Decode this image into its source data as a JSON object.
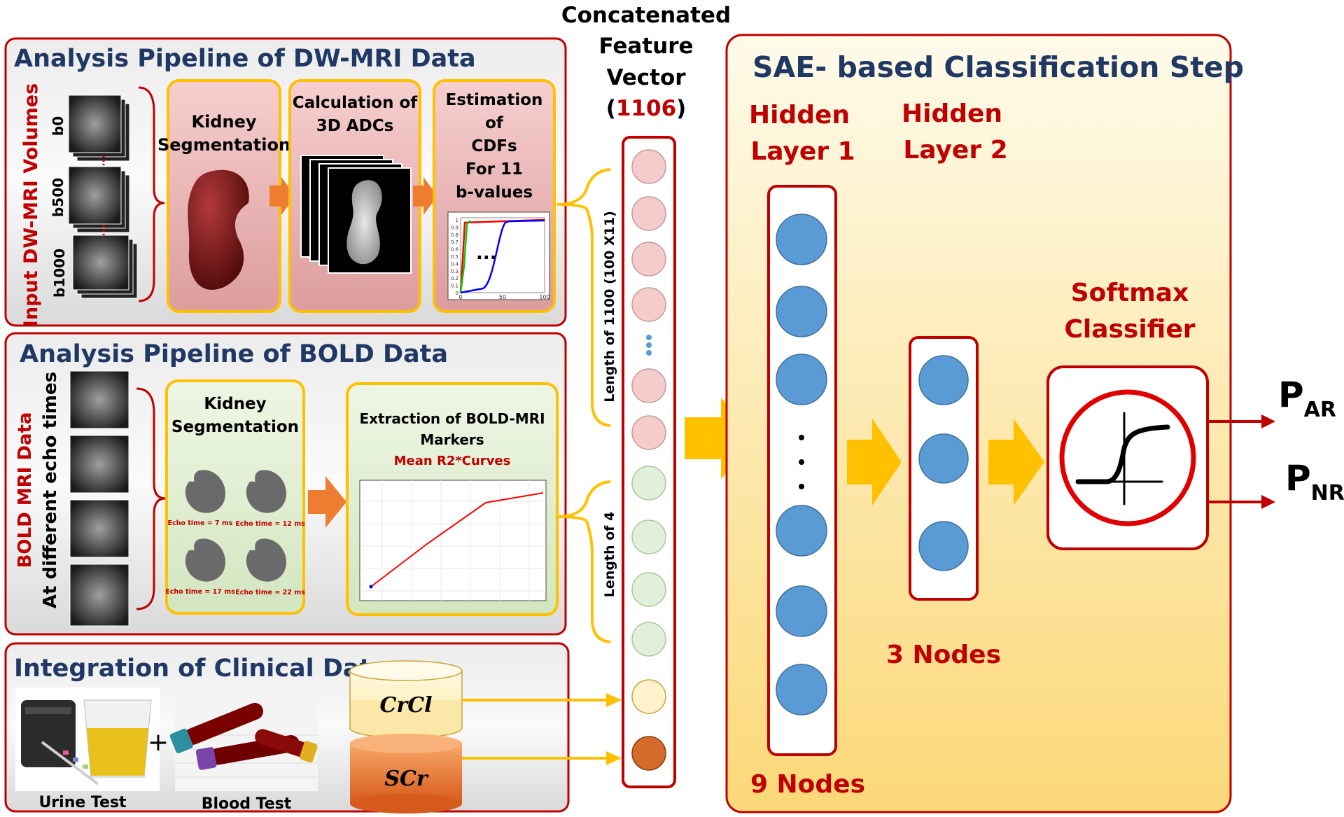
{
  "dwi_panel": {
    "title": "Analysis Pipeline of DW-MRI Data",
    "side_label": "Input DW-MRI Volumes",
    "volume_labels": [
      "b0",
      "b500",
      "b1000"
    ],
    "step1": [
      "Kidney",
      "Segmentation"
    ],
    "step2": [
      "Calculation of",
      "3D ADCs"
    ],
    "step3": [
      "Estimation",
      "of",
      "CDFs",
      "For 11",
      "b-values"
    ],
    "cdf_plot": {
      "yticks": [
        "1",
        "0.9",
        "0.8",
        "0.7",
        "0.6",
        "0.5",
        "0.4",
        "0.3",
        "0.2",
        "0.1",
        "0"
      ],
      "xticks": [
        "0",
        "50",
        "100"
      ],
      "ellipsis": "...",
      "colors": [
        "#ff0000",
        "#00cc00",
        "#0000ff"
      ]
    }
  },
  "bold_panel": {
    "title": "Analysis Pipeline of BOLD Data",
    "side_label_1": "BOLD MRI Data",
    "side_label_2": "At different echo times",
    "step1": [
      "Kidney",
      "Segmentation"
    ],
    "echo_labels": [
      "Echo time = 7 ms",
      "Echo time = 12 ms",
      "Echo time = 17 ms",
      "Echo time = 22 ms"
    ],
    "step2": [
      "Extraction of BOLD-MRI",
      "Markers"
    ],
    "step2_sub": "Mean R2*Curves"
  },
  "clinical_panel": {
    "title": "Integration of Clinical Data",
    "urine_label": "Urine Test",
    "blood_label": "Blood Test",
    "plus": "+",
    "crcl": "CrCl",
    "scr": "SCr"
  },
  "feature_vector": {
    "title_lines": [
      "Concatenated",
      "Feature",
      "Vector"
    ],
    "count_open": "(",
    "count": "1106",
    "count_close": ")",
    "length_dwi": "Length of 1100 (100 X11)",
    "length_bold": "Length of 4"
  },
  "sae_panel": {
    "title": "SAE- based Classification Step",
    "hidden1": [
      "Hidden",
      "Layer 1"
    ],
    "hidden2": [
      "Hidden",
      "Layer 2"
    ],
    "nodes1": "9 Nodes",
    "nodes2": "3 Nodes",
    "softmax": [
      "Softmax",
      "Classifier"
    ],
    "out1_main": "P",
    "out1_sub": "AR",
    "out2_main": "P",
    "out2_sub": "NR"
  },
  "colors": {
    "panel_red": "#c00000",
    "navy": "#1f3864",
    "orange_arrow": "#ed7d31",
    "yellow_arrow": "#ffc000",
    "pink_node": "#f4cccc",
    "green_node": "#e2efda",
    "blue_node": "#5b9bd5",
    "sae_bg": "#fdebb0"
  }
}
